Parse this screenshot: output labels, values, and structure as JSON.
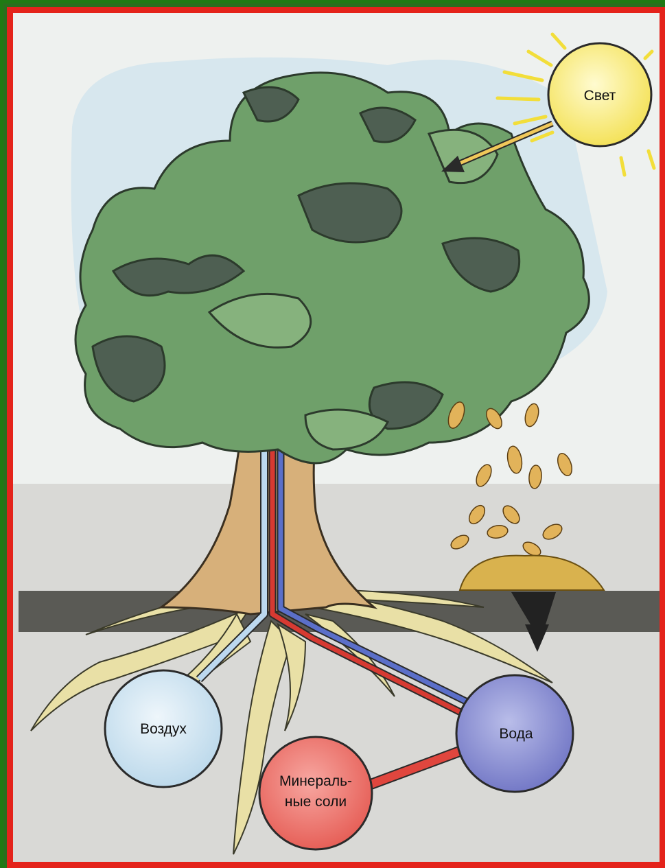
{
  "diagram": {
    "labels": {
      "sun": "Свет",
      "air": "Воздух",
      "water": "Вода",
      "minerals_line1": "Минераль-",
      "minerals_line2": "ные соли"
    },
    "colors": {
      "outer_frame": "#1f7a14",
      "inner_border": "#e4231b",
      "foliage_light": "#6fa06a",
      "foliage_dark": "#4e5f52",
      "trunk": "#d7b07a",
      "roots": "#e9e0a6",
      "sun": "#fff08a",
      "air_circle": "#d7e9f4",
      "water_circle": "#8d92d4",
      "minerals_circle": "#f07b74",
      "soil_band": "#5a5a55",
      "sky_wash": "#cfe3ee"
    }
  }
}
